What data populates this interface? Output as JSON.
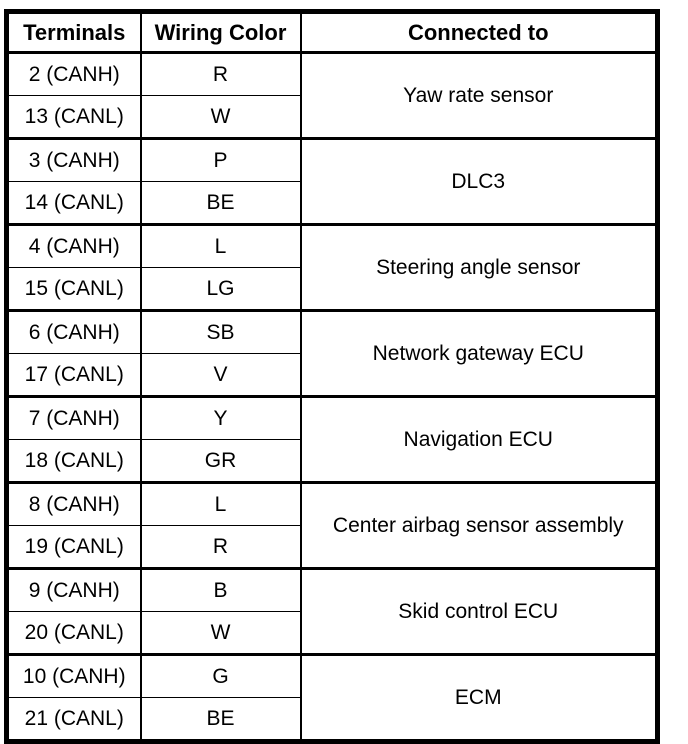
{
  "table": {
    "headers": [
      "Terminals",
      "Wiring Color",
      "Connected to"
    ],
    "groups": [
      {
        "connected": "Yaw rate sensor",
        "rows": [
          {
            "terminal": "2 (CANH)",
            "color": "R"
          },
          {
            "terminal": "13 (CANL)",
            "color": "W"
          }
        ]
      },
      {
        "connected": "DLC3",
        "rows": [
          {
            "terminal": "3 (CANH)",
            "color": "P"
          },
          {
            "terminal": "14 (CANL)",
            "color": "BE"
          }
        ]
      },
      {
        "connected": "Steering angle sensor",
        "rows": [
          {
            "terminal": "4 (CANH)",
            "color": "L"
          },
          {
            "terminal": "15 (CANL)",
            "color": "LG"
          }
        ]
      },
      {
        "connected": "Network gateway ECU",
        "rows": [
          {
            "terminal": "6 (CANH)",
            "color": "SB"
          },
          {
            "terminal": "17 (CANL)",
            "color": "V"
          }
        ]
      },
      {
        "connected": "Navigation ECU",
        "rows": [
          {
            "terminal": "7 (CANH)",
            "color": "Y"
          },
          {
            "terminal": "18 (CANL)",
            "color": "GR"
          }
        ]
      },
      {
        "connected": "Center airbag sensor assembly",
        "rows": [
          {
            "terminal": "8 (CANH)",
            "color": "L"
          },
          {
            "terminal": "19 (CANL)",
            "color": "R"
          }
        ]
      },
      {
        "connected": "Skid control ECU",
        "rows": [
          {
            "terminal": "9 (CANH)",
            "color": "B"
          },
          {
            "terminal": "20 (CANL)",
            "color": "W"
          }
        ]
      },
      {
        "connected": "ECM",
        "rows": [
          {
            "terminal": "10 (CANH)",
            "color": "G"
          },
          {
            "terminal": "21 (CANL)",
            "color": "BE"
          }
        ]
      }
    ],
    "colors": {
      "border": "#000000",
      "background": "#ffffff",
      "text": "#000000"
    }
  }
}
